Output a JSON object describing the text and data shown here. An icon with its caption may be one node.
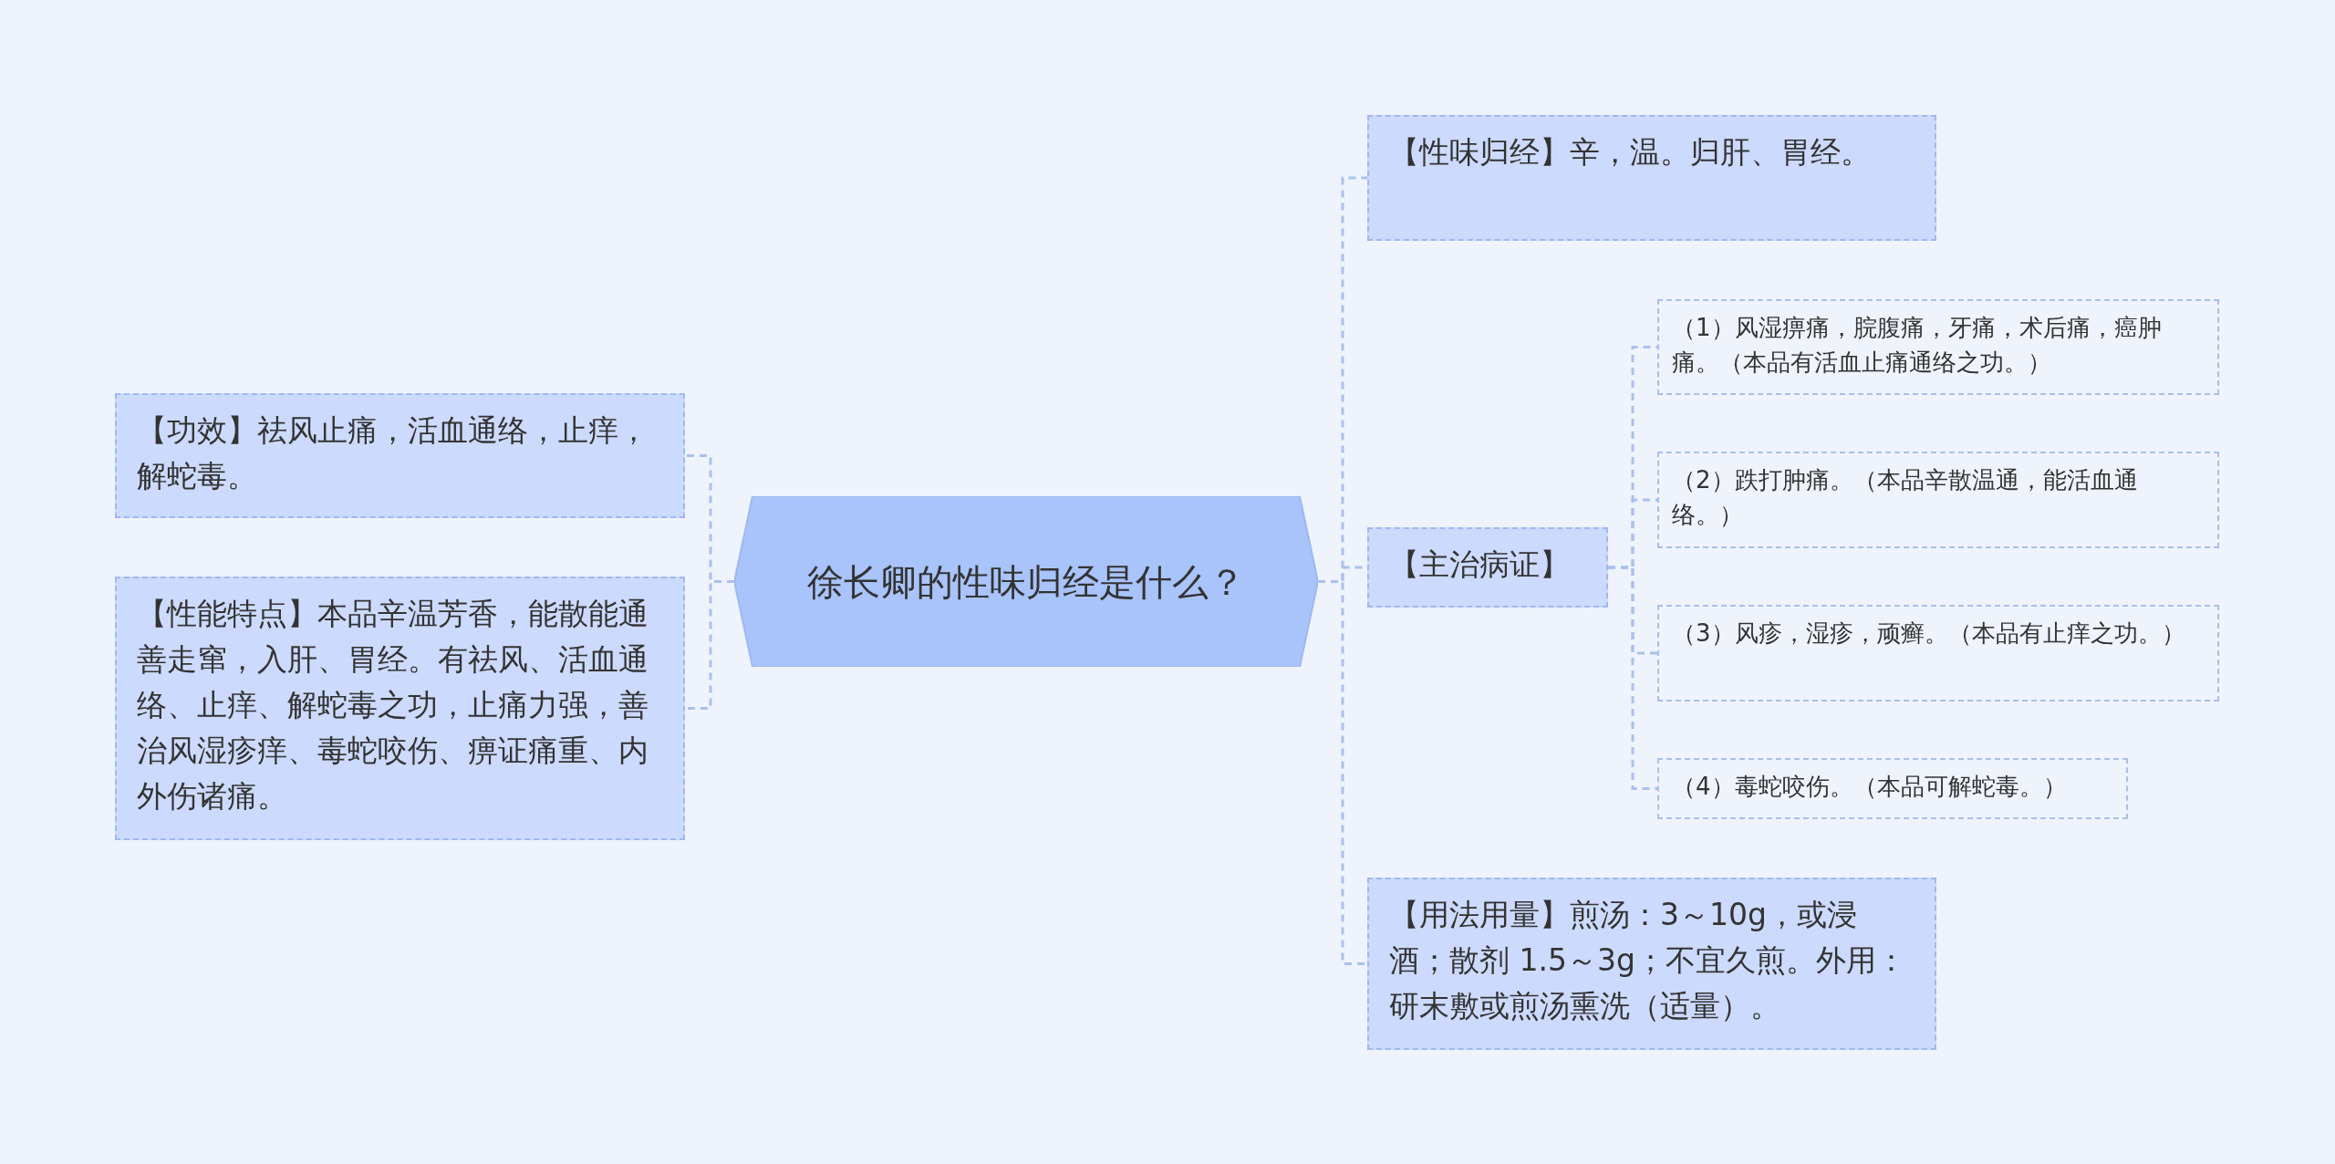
{
  "diagram": {
    "nodes": [
      {
        "text": [
          "徐长卿的性味归经是什么？"
        ]
      },
      {
        "text": [
          "【功效】祛风止痛，活血通络，止痒，解蛇毒。"
        ]
      },
      {
        "text": [
          "【性能特点】本品辛温芳香，能散能通善走窜，入肝、胃经。有祛风、活血通络、止痒、解蛇毒之功，止痛力强，善治风湿疹痒、毒蛇咬伤、痹证痛重、内外伤诸痛。"
        ]
      },
      {
        "text": [
          "【性味归经】辛，温。归肝、胃经。"
        ]
      },
      {
        "text": [
          "【主治病证】"
        ]
      },
      {
        "text": [
          "（1）风湿痹痛，脘腹痛，牙痛，术后痛，癌肿痛。（本品有活血止痛通络之功。）"
        ]
      },
      {
        "text": [
          "（2）跌打肿痛。（本品辛散温通，能活血通络。）"
        ]
      },
      {
        "text": [
          "（3）风疹，湿疹，顽癣。（本品有止痒之功。）"
        ]
      },
      {
        "text": [
          "（4）毒蛇咬伤。（本品可解蛇毒。）"
        ]
      },
      {
        "text": [
          "【用法用量】煎汤：3～10g，或浸酒；散剂 1.5～3g；不宜久煎。外用：研末敷或煎汤熏洗（适量）。"
        ]
      }
    ],
    "edges": [
      {
        "from": 0,
        "to": 1,
        "arrow": "none"
      },
      {
        "from": 0,
        "to": 2,
        "arrow": "none"
      },
      {
        "from": 0,
        "to": 3,
        "arrow": "none"
      },
      {
        "from": 0,
        "to": 4,
        "arrow": "none"
      },
      {
        "from": 0,
        "to": 9,
        "arrow": "none"
      },
      {
        "from": 4,
        "to": 5,
        "arrow": "none"
      },
      {
        "from": 4,
        "to": 6,
        "arrow": "none"
      },
      {
        "from": 4,
        "to": 7,
        "arrow": "none"
      },
      {
        "from": 4,
        "to": 8,
        "arrow": "none"
      }
    ]
  }
}
